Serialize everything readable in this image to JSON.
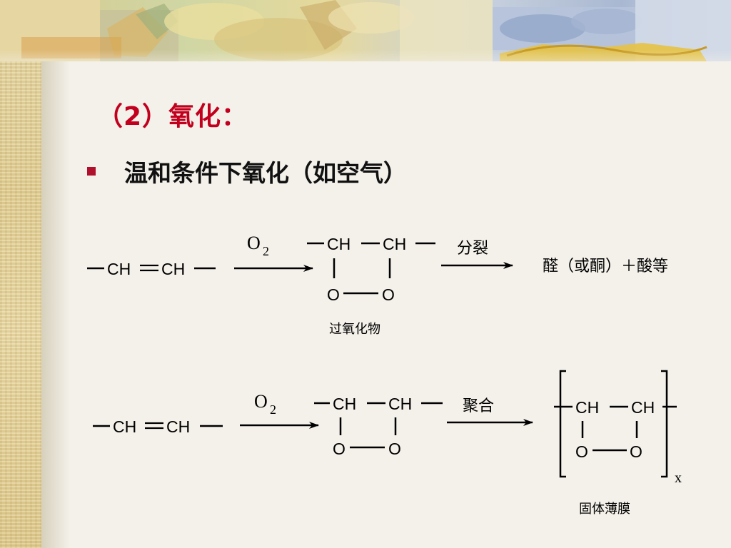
{
  "slide": {
    "title": "（2）氧化：",
    "bullet": "温和条件下氧化（如空气）",
    "accent_color": "#c2001e",
    "bullet_icon": "square-bullet-icon"
  },
  "reaction1": {
    "reactant": {
      "left_bond": "—",
      "ch1": "CH",
      "double_bond": "═",
      "ch2": "CH",
      "right_bond": "—"
    },
    "reagent": "O",
    "reagent_subscript": "2",
    "intermediate": {
      "ch1": "CH",
      "ch2": "CH",
      "o1": "O",
      "o2": "O"
    },
    "intermediate_label": "过氧化物",
    "step_label": "分裂",
    "products": "醛（或酮）＋酸等"
  },
  "reaction2": {
    "reactant": {
      "left_bond": "—",
      "ch1": "CH",
      "double_bond": "═",
      "ch2": "CH",
      "right_bond": "—"
    },
    "reagent": "O",
    "reagent_subscript": "2",
    "intermediate": {
      "ch1": "CH",
      "ch2": "CH",
      "o1": "O",
      "o2": "O"
    },
    "step_label": "聚合",
    "product": {
      "ch1": "CH",
      "ch2": "CH",
      "o1": "O",
      "o2": "O",
      "repeat_subscript": "x"
    },
    "product_label": "固体薄膜"
  }
}
